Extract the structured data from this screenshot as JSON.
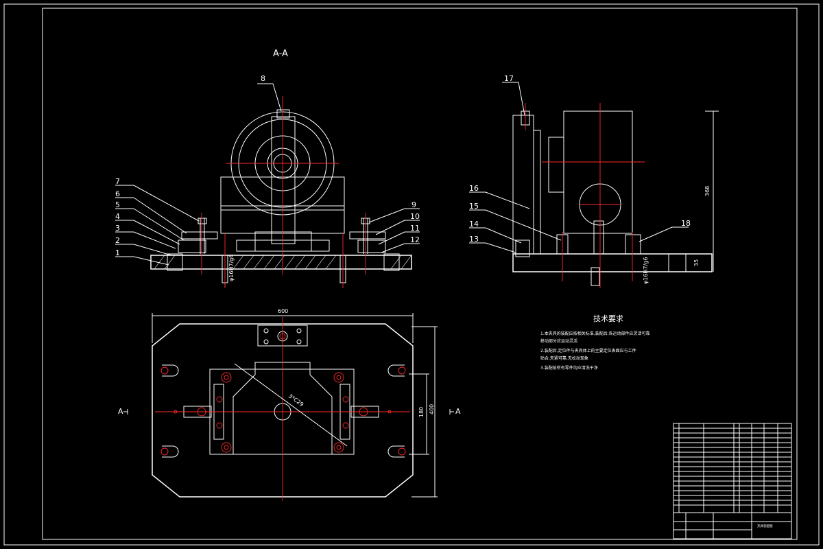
{
  "section_label": "A-A",
  "part_numbers_left": [
    "1",
    "2",
    "3",
    "4",
    "5",
    "6",
    "7"
  ],
  "part_numbers_right_front": [
    "9",
    "10",
    "11",
    "12"
  ],
  "part_number_top_front": "8",
  "part_numbers_side_left": [
    "13",
    "14",
    "15",
    "16"
  ],
  "part_number_side_top": "17",
  "part_number_side_right": "18",
  "dims": {
    "width_600": "600",
    "height_400": "400",
    "spacing_180": "180",
    "height_368": "368",
    "height_35": "35",
    "diag": "3*C29",
    "fit_left": "φ16H7/g6",
    "fit_right": "φ16H7/g6"
  },
  "view_markers": {
    "left": "A",
    "right": "A"
  },
  "notes": {
    "title": "技术要求",
    "line1": "1.本夹具的装配应按相关标准,装配后,各运动部件应灵活可靠",
    "line1b": "移动部分应运动灵活",
    "line2": "2.装配后,定位件与夹具体上的主要定位表面应与工件",
    "line2b": "贴合,夹紧可靠,无松动现象",
    "line3": "3.装配前所有零件均应清洗干净"
  },
  "title_block": {
    "drawing_name": "夹具装配图"
  }
}
